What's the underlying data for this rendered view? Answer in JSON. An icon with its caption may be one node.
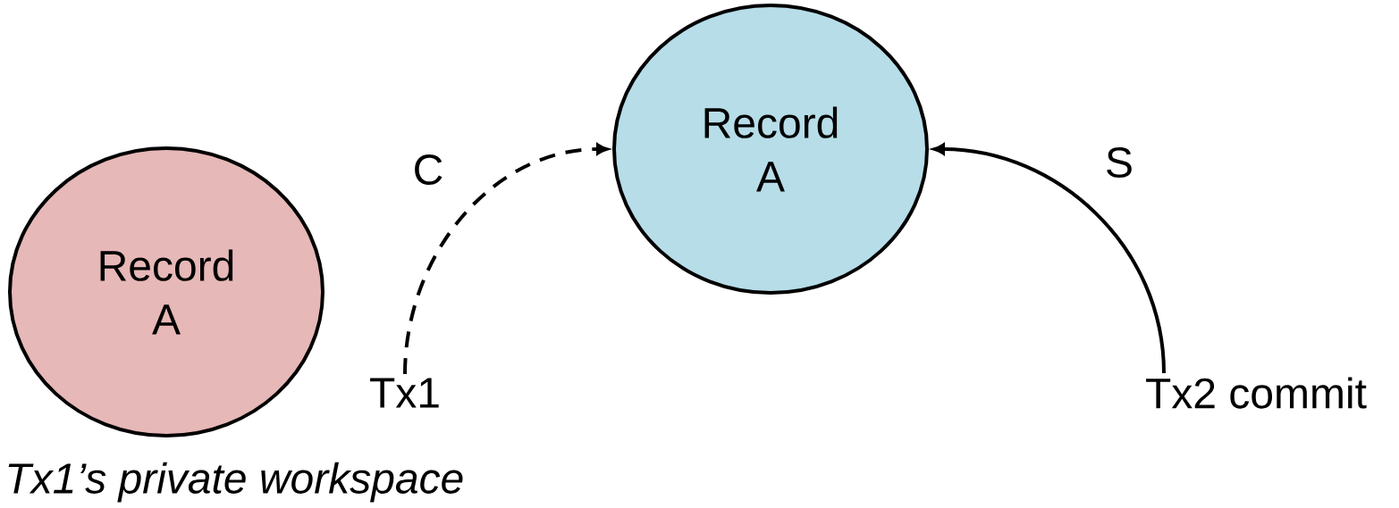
{
  "diagram": {
    "nodes": [
      {
        "text": [
          "Record A"
        ],
        "beside": [
          "Tx1’s private workspace"
        ]
      },
      {
        "text": [
          "Record A"
        ]
      },
      {
        "text": [
          "Tx1"
        ]
      },
      {
        "text": [
          "Tx2 commit"
        ]
      }
    ],
    "edges": [
      {
        "from": 2,
        "to": 1,
        "arrow": "to",
        "style": "dashed",
        "label": "C"
      },
      {
        "from": 3,
        "to": 1,
        "arrow": "to",
        "label": "S"
      }
    ]
  }
}
